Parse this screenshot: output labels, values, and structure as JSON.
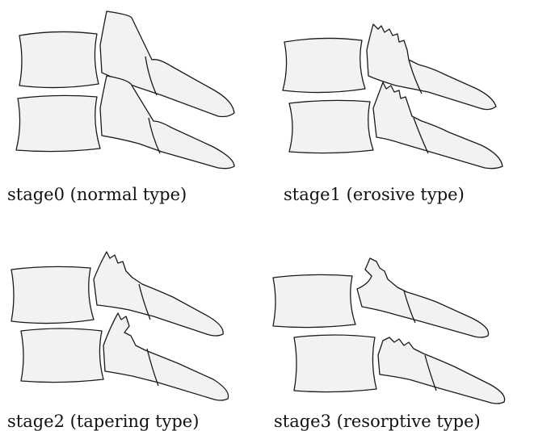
{
  "figure": {
    "panels": [
      {
        "caption": "stage0 (normal type)"
      },
      {
        "caption": "stage1 (erosive type)"
      },
      {
        "caption": "stage2 (tapering type)"
      },
      {
        "caption": "stage3 (resorptive type)"
      }
    ]
  }
}
